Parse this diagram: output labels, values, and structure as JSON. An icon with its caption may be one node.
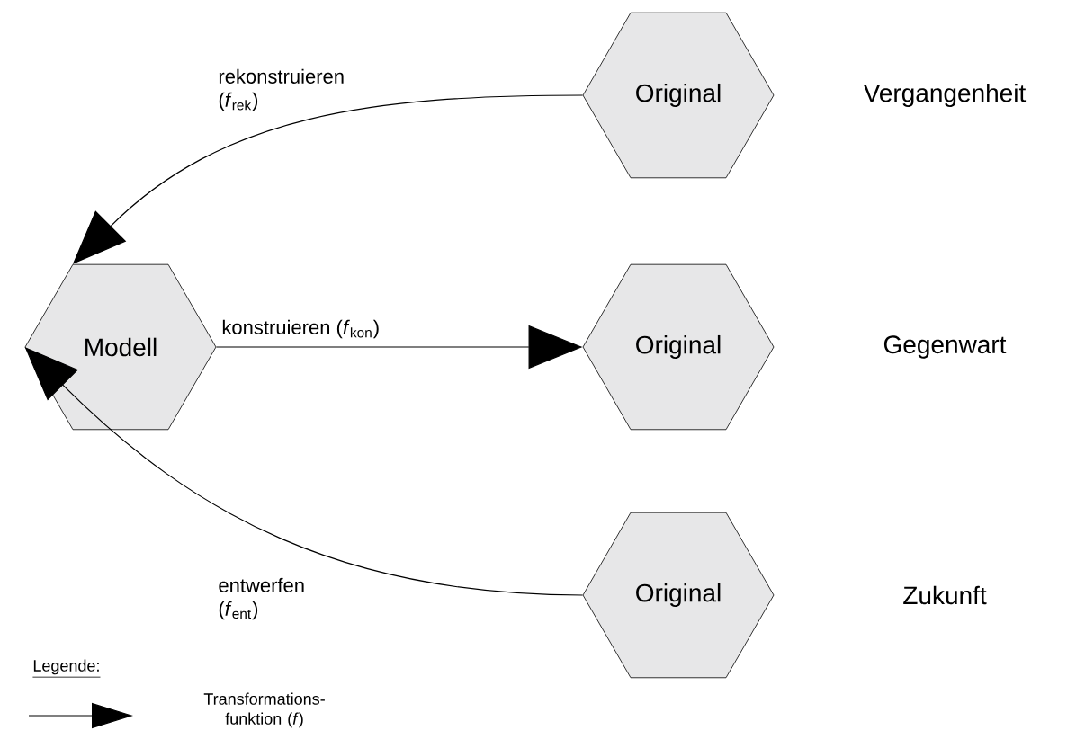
{
  "diagram": {
    "nodes": [
      {
        "text": [
          "Modell"
        ]
      },
      {
        "text": [
          "Original"
        ]
      },
      {
        "text": [
          "Original"
        ]
      },
      {
        "text": [
          "Original"
        ]
      }
    ],
    "edges": [
      {
        "from": 1,
        "to": 0,
        "arrow": "to",
        "label": "rekonstruieren (*f*$_{rek}$)"
      },
      {
        "from": 0,
        "to": 2,
        "arrow": "to",
        "label": "konstruieren (*f*$_{kon}$)"
      },
      {
        "from": 3,
        "to": 0,
        "arrow": "to",
        "label": "entwerfen (*f*$_{ent}$)"
      }
    ],
    "labels": [
      "Vergangenheit",
      "Gegenwart",
      "Zukunft",
      "Legende:"
    ],
    "legend": [
      {
        "text": "Transformations- funktion (*f*)"
      }
    ]
  }
}
